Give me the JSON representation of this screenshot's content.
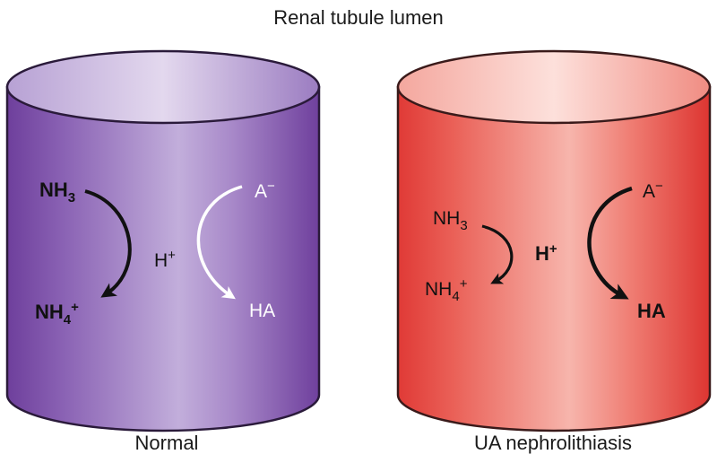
{
  "title": "Renal tubule lumen",
  "left": {
    "caption": "Normal",
    "nh3": {
      "base": "NH",
      "sub": "3"
    },
    "nh4": {
      "base": "NH",
      "sub": "4",
      "sup": "+"
    },
    "proton": {
      "base": "H",
      "sup": "+"
    },
    "anion": {
      "base": "A",
      "sup": "−"
    },
    "acid": "HA"
  },
  "right": {
    "caption": "UA nephrolithiasis",
    "nh3": {
      "base": "NH",
      "sub": "3"
    },
    "nh4": {
      "base": "NH",
      "sub": "4",
      "sup": "+"
    },
    "proton": {
      "base": "H",
      "sup": "+"
    },
    "anion": {
      "base": "A",
      "sup": "−"
    },
    "acid": "HA"
  },
  "colors": {
    "normal_dark": "#7a4fa6",
    "normal_light": "#c9b6df",
    "stone_dark": "#e0413c",
    "stone_light": "#f6b3aa"
  }
}
